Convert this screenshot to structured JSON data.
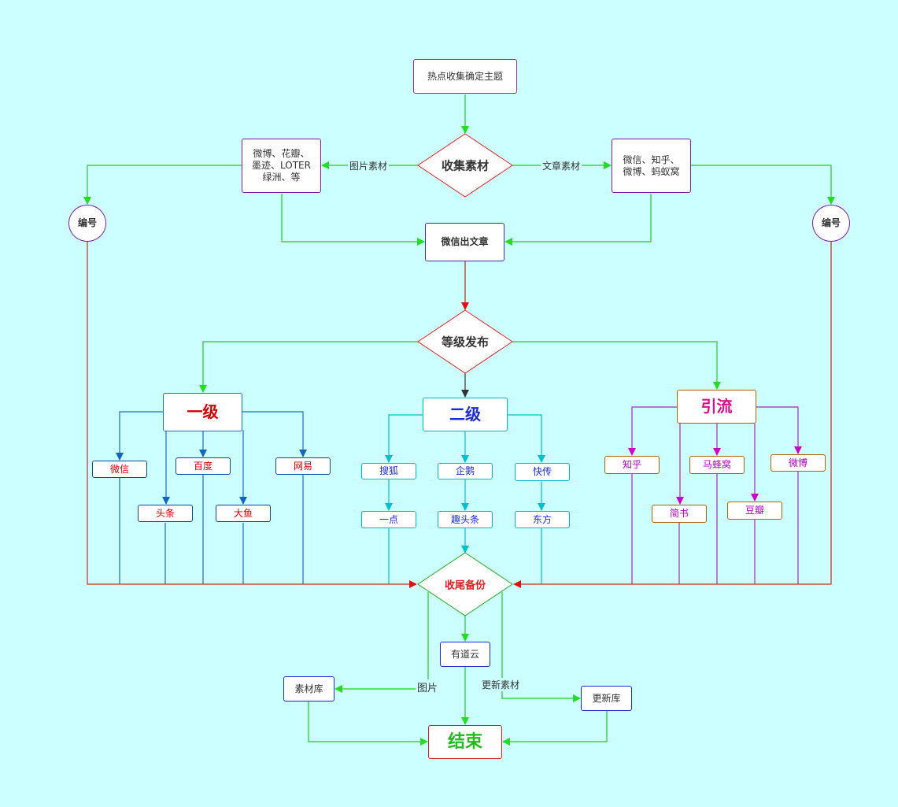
{
  "nodes": {
    "start": "热点收集确定主题",
    "collect": "收集素材",
    "image_sources": [
      "微博、花瓣、",
      "墨迹、LOTER",
      "绿洲、等"
    ],
    "article_sources": [
      "微信、知乎、",
      "微博、蚂蚁窝"
    ],
    "number_left": "编号",
    "number_right": "编号",
    "wechat_article": "微信出文章",
    "grade_publish": "等级发布",
    "level1": "一级",
    "level2": "二级",
    "traffic": "引流",
    "level1_items": {
      "weixin": "微信",
      "baidu": "百度",
      "wangyi": "网易",
      "toutiao": "头条",
      "dayu": "大鱼"
    },
    "level2_items": {
      "souhu": "搜狐",
      "qie": "企鹅",
      "kuaichuan": "快传",
      "yidian": "一点",
      "qutoutiao": "趣头条",
      "dongfang": "东方"
    },
    "traffic_items": {
      "zhihu": "知乎",
      "mafengwo": "马蜂窝",
      "weibo": "微博",
      "jianshu": "简书",
      "douban": "豆瓣"
    },
    "backup": "收尾备份",
    "youdao": "有道云",
    "material_lib": "素材库",
    "update_lib": "更新库",
    "end": "结束"
  },
  "edge_labels": {
    "image_material": "图片素材",
    "article_material": "文章素材",
    "image": "图片",
    "update_material": "更新素材"
  },
  "colors": {
    "background": "#ccffff",
    "green": "#22cc22",
    "red": "#e02020",
    "blue": "#1a6fc0",
    "cyan": "#00c0c8",
    "purple": "#a020c0",
    "magenta": "#cc00cc",
    "dark": "#333333"
  }
}
